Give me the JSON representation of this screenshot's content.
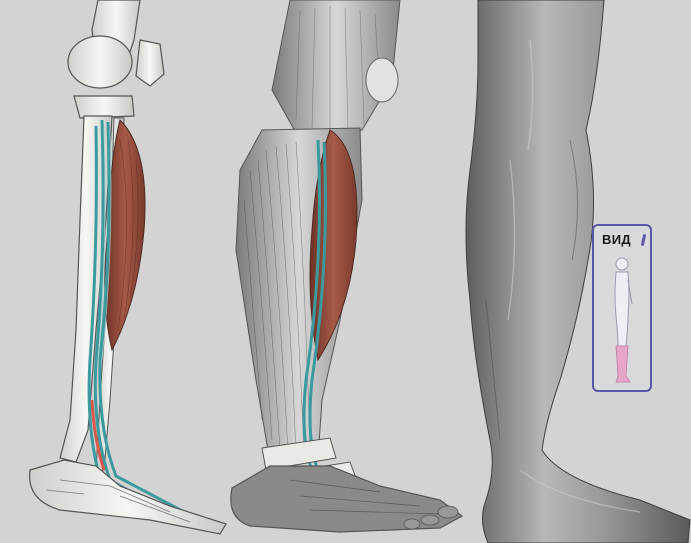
{
  "figure": {
    "panels": [
      "skeletal-view",
      "muscular-view",
      "surface-view"
    ]
  },
  "view_indicator": {
    "label": "ВИД",
    "highlight_region": "lower-leg",
    "border_color": "#5b56a8",
    "highlight_color": "#e7a6c8"
  },
  "colors": {
    "background": "#d3d3d3",
    "bone": "#f1f1ef",
    "muscle_red": "#9a4e40",
    "tendon_teal": "#3b9aa0",
    "skin_gray": "#8c8c8c"
  }
}
